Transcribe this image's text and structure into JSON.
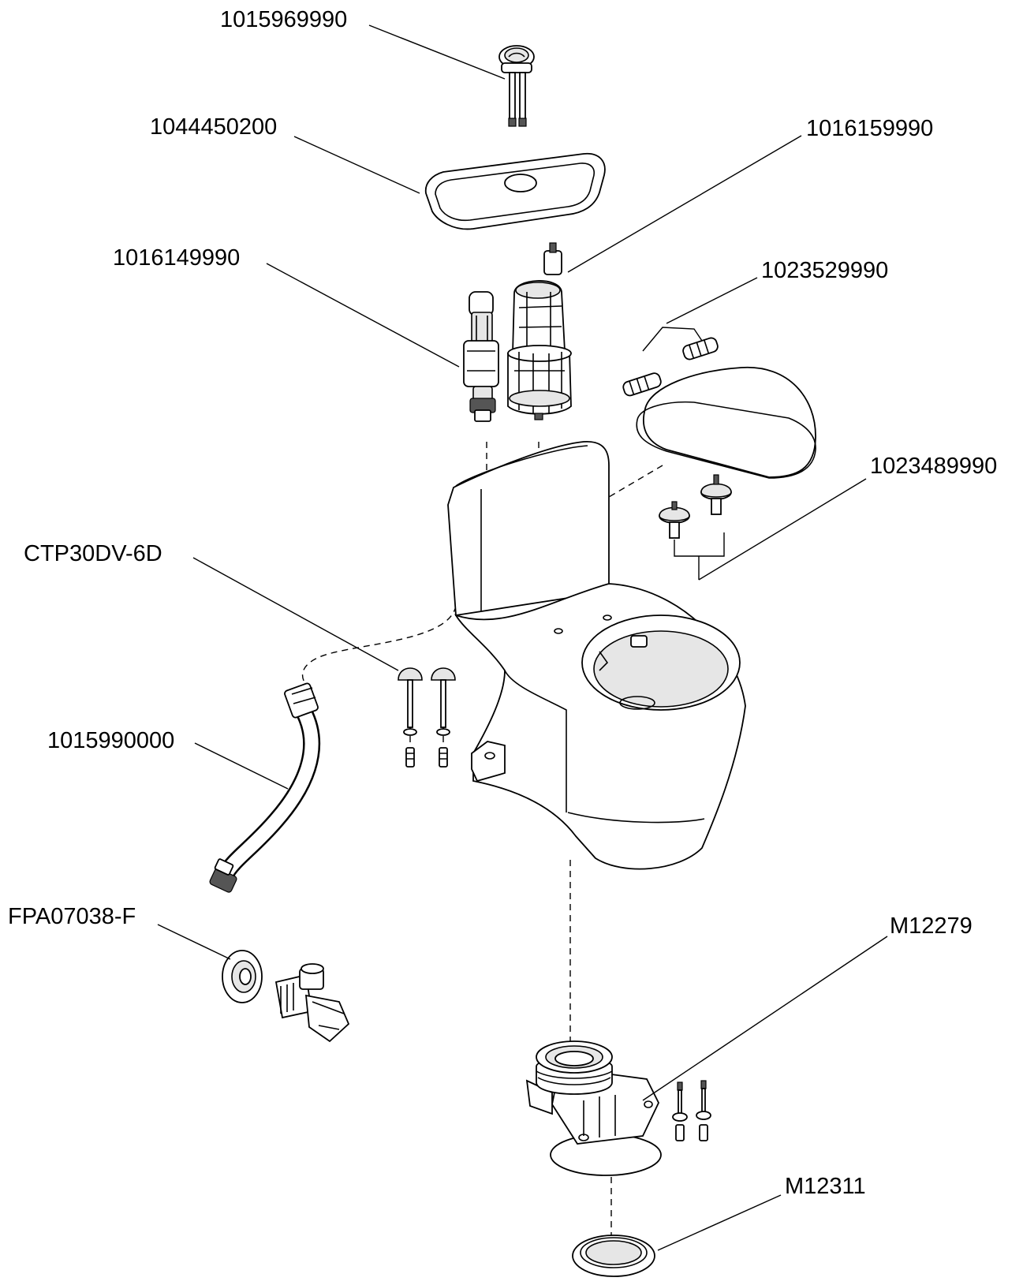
{
  "parts": [
    {
      "part_number": "1015969990"
    },
    {
      "part_number": "1044450200"
    },
    {
      "part_number": "1016159990"
    },
    {
      "part_number": "1016149990"
    },
    {
      "part_number": "1023529990"
    },
    {
      "part_number": "1023489990"
    },
    {
      "part_number": "CTP30DV-6D"
    },
    {
      "part_number": "1015990000"
    },
    {
      "part_number": "FPA07038-F"
    },
    {
      "part_number": "M12279"
    },
    {
      "part_number": "M12311"
    }
  ]
}
